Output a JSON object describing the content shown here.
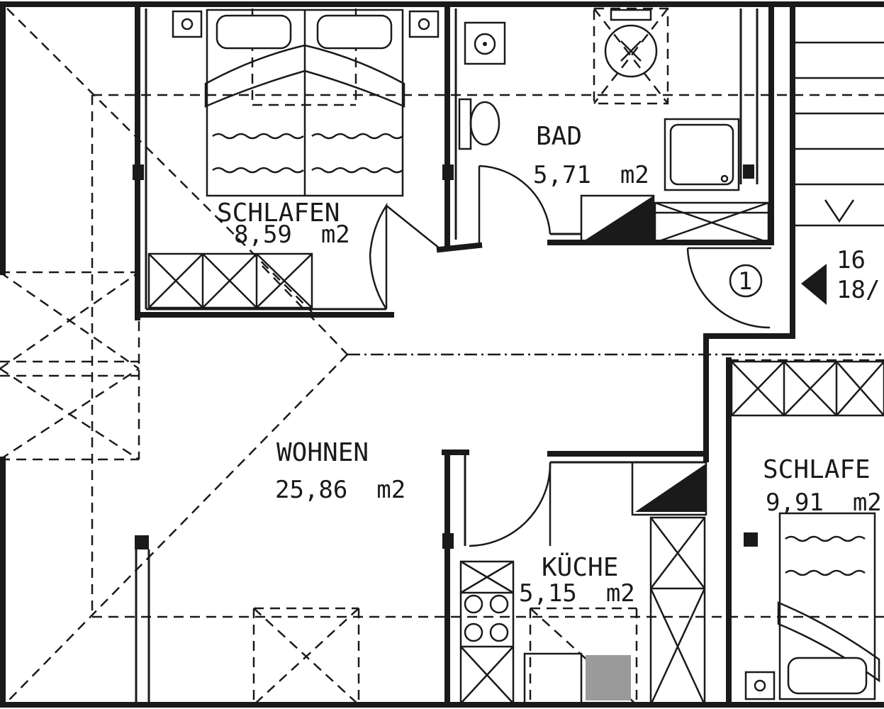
{
  "rooms": {
    "schlafen_1": {
      "name": "SCHLAFEN",
      "area": "8,59  m2"
    },
    "bad": {
      "name": "BAD",
      "area": "5,71  m2"
    },
    "wohnen": {
      "name": "WOHNEN",
      "area": "25,86  m2"
    },
    "kueche": {
      "name": "KÜCHE",
      "area": "5,15  m2"
    },
    "schlafen_2": {
      "name": "SCHLAFE",
      "area": "9,91  m2"
    }
  },
  "stair": {
    "marker": "1",
    "steps": "16",
    "ratio": "18/"
  }
}
